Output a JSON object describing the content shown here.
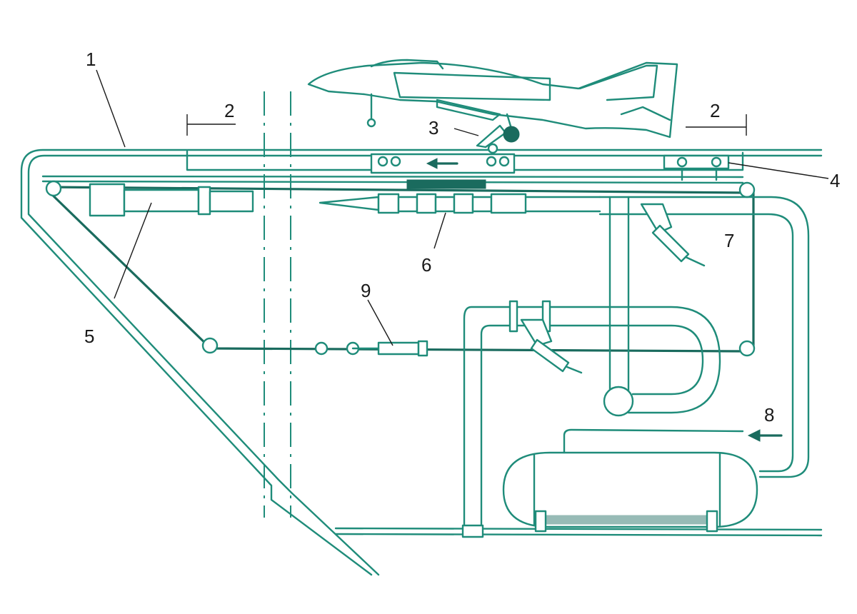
{
  "diagram": {
    "labels": {
      "l1": "1",
      "l2_left": "2",
      "l2_right": "2",
      "l3": "3",
      "l4": "4",
      "l5": "5",
      "l6": "6",
      "l7": "7",
      "l8": "8",
      "l9": "9"
    },
    "colors": {
      "line": "#1f8c7a",
      "dark": "#1a6b5e",
      "text": "#1a1a1a",
      "background": "#ffffff"
    },
    "icons": {
      "aircraft": "fighter-jet-icon",
      "flow_arrow": "arrow-left-icon"
    }
  }
}
